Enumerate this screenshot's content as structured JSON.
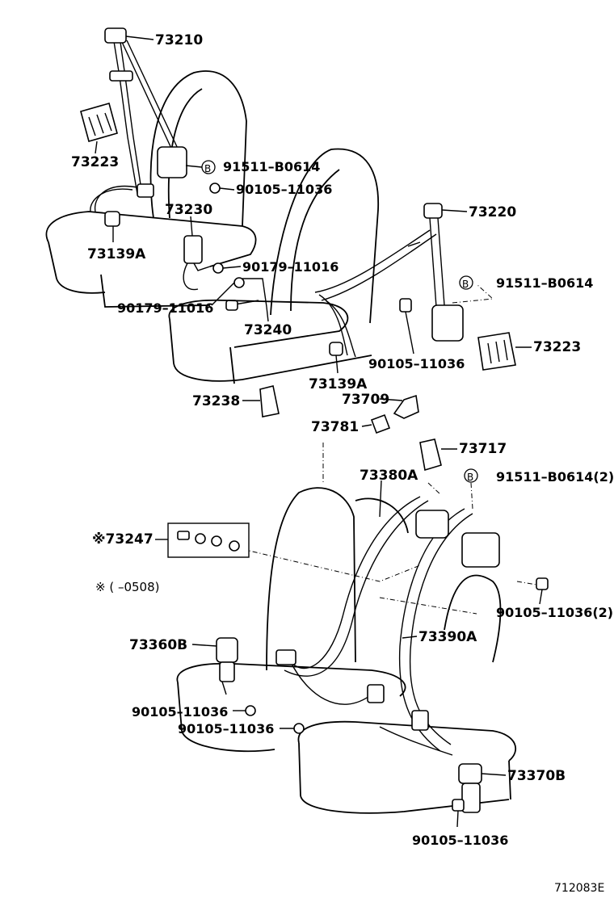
{
  "figure_id": "712083E",
  "note_text": "※  (       –0508)",
  "labels": {
    "p73210": "73210",
    "p73223_a": "73223",
    "p91511_a": "91511–B0614",
    "p90105_a": "90105–11036",
    "p73230": "73230",
    "p73139a_a": "73139A",
    "p90179_a": "90179–11016",
    "p90179_b": "90179–11016",
    "p73240": "73240",
    "p73220": "73220",
    "p91511_b": "91511–B0614",
    "p73223_b": "73223",
    "p90105_b": "90105–11036",
    "p73139a_b": "73139A",
    "p73709": "73709",
    "p73238": "73238",
    "p73781": "73781",
    "p73717": "73717",
    "p73380a": "73380A",
    "p91511_c": "91511–B0614(2)",
    "p73247": "73247",
    "p90105_c": "90105–11036(2)",
    "p73360b": "73360B",
    "p73390a": "73390A",
    "p90105_d": "90105–11036",
    "p90105_e": "90105–11036",
    "p73370b": "73370B",
    "p90105_f": "90105–11036"
  },
  "marks": {
    "bolt_marker": "B",
    "asterisk": "※"
  }
}
